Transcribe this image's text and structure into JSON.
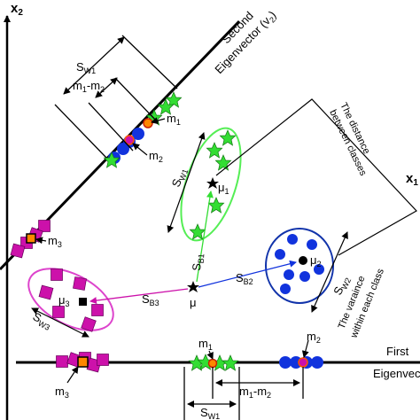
{
  "axes": {
    "x_label": "x",
    "x_sub": "1",
    "y_label": "x",
    "y_sub": "2"
  },
  "second_eigenvector": {
    "line1": "Second",
    "line2": "Eigenvector (v",
    "line2_sub": "2",
    "line2_end": ")"
  },
  "first_eigenvector": {
    "line1": "First",
    "line2": "Eigenvector"
  },
  "proj2": {
    "sw1": "S",
    "sw1_sub": "W1",
    "m1m2": "m",
    "m1m2_a": "1",
    "m1m2_mid": "-m",
    "m1m2_b": "2",
    "m1": "m",
    "m1_sub": "1",
    "m2": "m",
    "m2_sub": "2",
    "m3": "m",
    "m3_sub": "3"
  },
  "cluster": {
    "sw1": "S",
    "sw1_sub": "W1",
    "mu1": "μ",
    "mu1_sub": "1",
    "mu2": "μ",
    "mu2_sub": "2",
    "mu3": "μ",
    "mu3_sub": "3",
    "mu": "μ",
    "sb1": "S",
    "sb1_sub": "B1",
    "sb2": "S",
    "sb2_sub": "B2",
    "sb3": "S",
    "sb3_sub": "B3",
    "sw2": "S",
    "sw2_sub": "W2",
    "sw3": "S",
    "sw3_sub": "W3"
  },
  "annotations": {
    "distance": [
      "The distance",
      "between classes"
    ],
    "variance": [
      "The varaince",
      "within each class"
    ]
  },
  "proj1": {
    "m1": "m",
    "m1_sub": "1",
    "m2": "m",
    "m2_sub": "2",
    "m3": "m",
    "m3_sub": "3",
    "m1m2": "m",
    "m1m2_a": "1",
    "m1m2_mid": "-m",
    "m1m2_b": "2",
    "sw1": "S",
    "sw1_sub": "W1"
  },
  "colors": {
    "green": "#33dd33",
    "blue": "#1133dd",
    "magenta": "#cc11aa",
    "orange": "#ff8800",
    "green_ellipse": "#55ee55",
    "blue_ellipse": "#1133aa",
    "magenta_ellipse": "#dd44cc"
  }
}
